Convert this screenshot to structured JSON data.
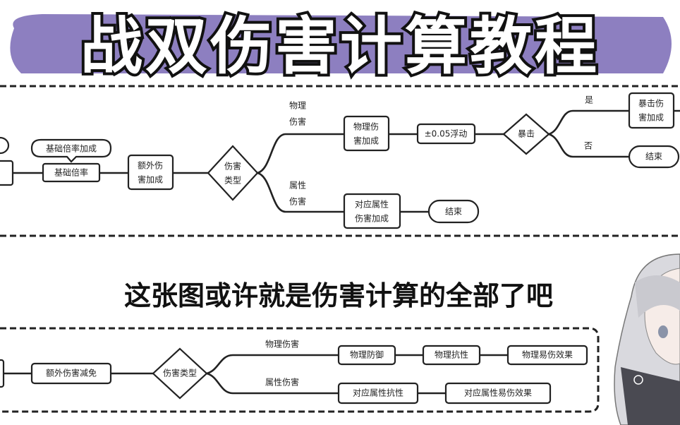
{
  "title": "战双伤害计算教程",
  "subtitle": "这张图或许就是伤害计算的全部了吧",
  "colors": {
    "banner": "#8d7fc0",
    "line": "#222222"
  },
  "top_flow": {
    "callout": "基础倍率加成",
    "base_rate": "基础倍率",
    "extra_bonus": [
      "额外伤",
      "害加成"
    ],
    "damage_type": [
      "伤害",
      "类型"
    ],
    "physical_label": [
      "物理",
      "伤害"
    ],
    "elemental_label": [
      "属性",
      "伤害"
    ],
    "physical_bonus": [
      "物理伤",
      "害加成"
    ],
    "float": "±0.05浮动",
    "crit": "暴击",
    "yes": "是",
    "no": "否",
    "crit_bonus": [
      "暴击伤",
      "害加成"
    ],
    "end": "结束",
    "elemental_bonus": [
      "对应属性",
      "伤害加成"
    ],
    "end2": "结束"
  },
  "bottom_flow": {
    "extra_reduction": "额外伤害减免",
    "damage_type": "伤害类型",
    "physical_label": "物理伤害",
    "elemental_label": "属性伤害",
    "physical_def": "物理防御",
    "physical_res": "物理抗性",
    "physical_vuln": "物理易伤效果",
    "elemental_res": "对应属性抗性",
    "elemental_vuln": "对应属性易伤效果"
  }
}
